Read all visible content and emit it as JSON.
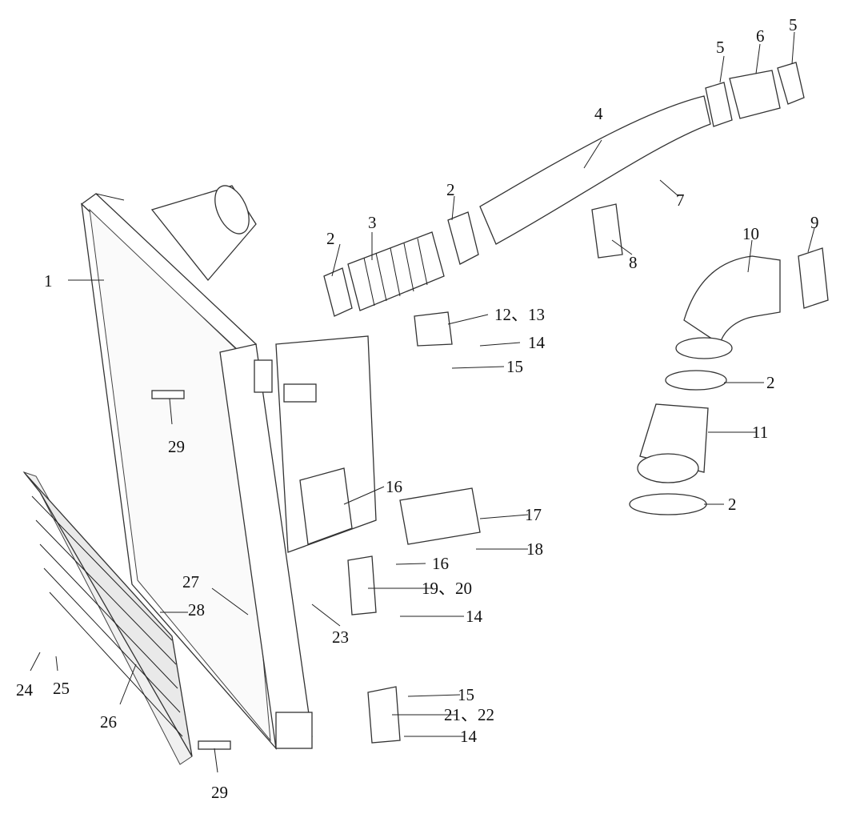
{
  "diagram": {
    "type": "exploded-parts-view",
    "labels": [
      "1",
      "2",
      "3",
      "2",
      "4",
      "5",
      "6",
      "5",
      "7",
      "8",
      "9",
      "10",
      "12、13",
      "14",
      "15",
      "2",
      "11",
      "29",
      "16",
      "17",
      "18",
      "16",
      "19、20",
      "14",
      "27",
      "28",
      "23",
      "24",
      "25",
      "26",
      "15",
      "21、22",
      "14",
      "29",
      "2"
    ]
  }
}
